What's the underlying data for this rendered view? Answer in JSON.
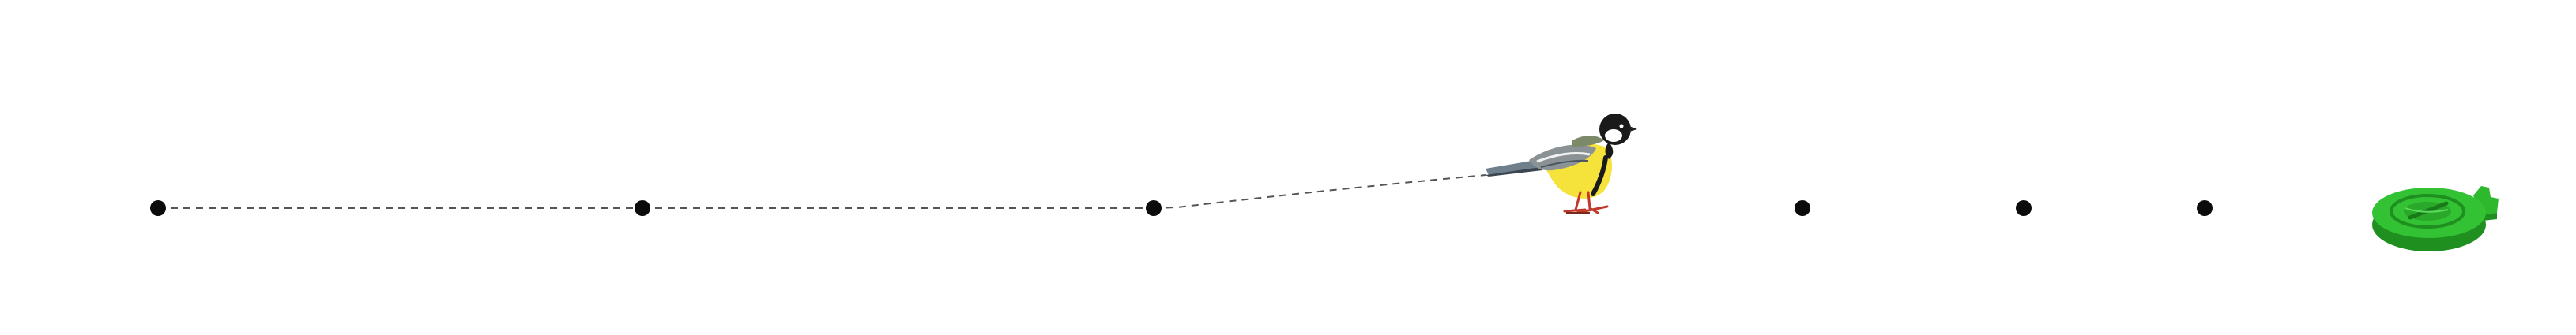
{
  "game": {
    "board": {
      "node_count": 7,
      "nodes_visited": 3,
      "path_style": "dashed"
    },
    "player": {
      "icon": "great-tit-bird-icon",
      "status": "in-flight"
    },
    "goal": {
      "icon": "green-coin-goal-icon"
    },
    "colors": {
      "background": "#ffffff",
      "node": "#0b0b0b",
      "path": "#555555",
      "goal_green": "#2eb82e",
      "goal_green_dark": "#1f8f1f",
      "bird_yellow": "#f5e23a",
      "bird_black": "#1a1a1a",
      "bird_grey": "#8a9296",
      "bird_blue_grey": "#6f7f8c",
      "bird_legs": "#c0392b"
    }
  }
}
